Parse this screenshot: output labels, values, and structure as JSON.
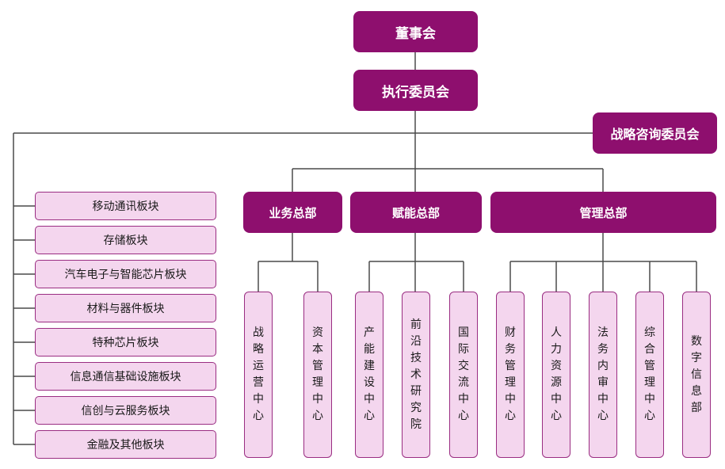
{
  "colors": {
    "primary": "#8e0f6e",
    "light_fill": "#f4d6ee",
    "light_border": "#9a2d82",
    "line": "#4a4a4a"
  },
  "board": "董事会",
  "exec_committee": "执行委员会",
  "strategy_committee": "战略咨询委员会",
  "sectors": [
    "移动通讯板块",
    "存储板块",
    "汽车电子与智能芯片板块",
    "材料与器件板块",
    "特种芯片板块",
    "信息通信基础设施板块",
    "信创与云服务板块",
    "金融及其他板块"
  ],
  "headquarters": [
    {
      "name": "业务总部",
      "centers": [
        "战略运营中心",
        "资本管理中心"
      ]
    },
    {
      "name": "赋能总部",
      "centers": [
        "产能建设中心",
        "前沿技术研究院",
        "国际交流中心"
      ]
    },
    {
      "name": "管理总部",
      "centers": [
        "财务管理中心",
        "人力资源中心",
        "法务内审中心",
        "综合管理中心",
        "数字信息部"
      ]
    }
  ]
}
